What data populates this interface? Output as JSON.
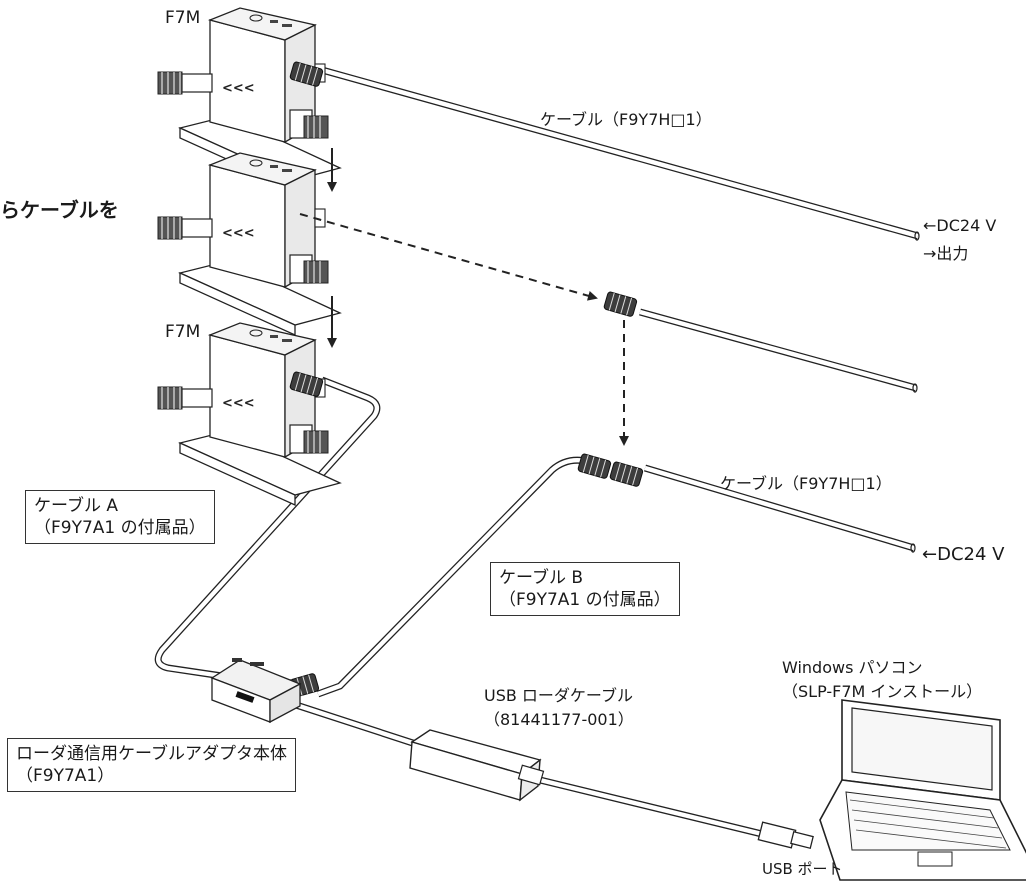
{
  "labels": {
    "f7m_top": "F7M",
    "f7m_bottom": "F7M",
    "partial_heading": "らケーブルを",
    "cable_top": "ケーブル（F9Y7H□1）",
    "cable_bottom": "ケーブル（F9Y7H□1）",
    "dc24v_top": "←DC24 V",
    "output_top": "→出力",
    "dc24v_bottom": "←DC24 V",
    "cable_a_line1": "ケーブル A",
    "cable_a_line2": "（F9Y7A1 の付属品）",
    "cable_b_line1": "ケーブル B",
    "cable_b_line2": "（F9Y7A1 の付属品）",
    "usb_loader_line1": "USB ローダケーブル",
    "usb_loader_line2": "（81441177-001）",
    "pc_line1": "Windows パソコン",
    "pc_line2": "（SLP-F7M インストール）",
    "adapter_line1": "ローダ通信用ケーブルアダプタ本体",
    "adapter_line2": "（F9Y7A1）",
    "usb_port": "USB ポート"
  },
  "icons": [
    "sensor-module-icon",
    "down-arrow-icon",
    "adapter-unit-icon",
    "usb-converter-icon",
    "laptop-icon",
    "connector-icon"
  ]
}
